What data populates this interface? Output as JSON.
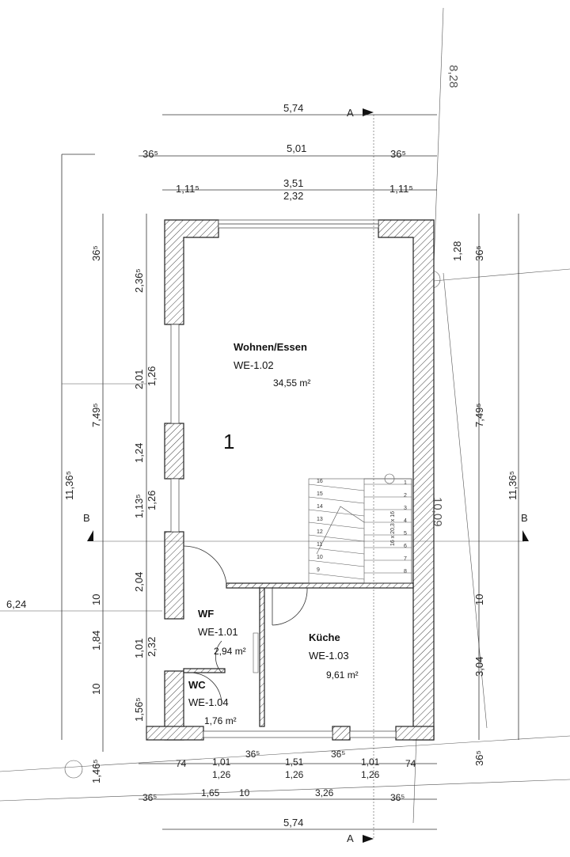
{
  "plan": {
    "level_number": "1",
    "section_marks": {
      "vertical": "A",
      "horizontal": "B"
    },
    "site_dims": {
      "top_diagonal": "8,28",
      "right_diagonal": "10,09",
      "left_side": "6,24"
    },
    "rooms": [
      {
        "name": "Wohnen/Essen",
        "id": "WE-1.02",
        "area": "34,55 m²"
      },
      {
        "name": "Küche",
        "id": "WE-1.03",
        "area": "9,61 m²"
      },
      {
        "name": "WF",
        "id": "WE-1.01",
        "area": "2,94 m²"
      },
      {
        "name": "WC",
        "id": "WE-1.04",
        "area": "1,76 m²"
      }
    ],
    "top_dims": {
      "row1": {
        "total": "5,74"
      },
      "row2": {
        "left": "36⁵",
        "mid": "5,01",
        "right": "36⁵"
      },
      "row3": {
        "left": "1,11⁵",
        "mid_a": "3,51",
        "mid_b": "2,32",
        "right": "1,11⁵"
      }
    },
    "bottom_dims": {
      "row1": [
        "74",
        "1,01",
        "36⁵",
        "1,51",
        "36⁵",
        "1,01",
        "74"
      ],
      "row2": [
        "1,26",
        "1,26",
        "1,26"
      ],
      "row3": [
        "36⁵",
        "1,65",
        "10",
        "3,26",
        "36⁵"
      ],
      "row4": {
        "total": "5,74"
      }
    },
    "left_dims": {
      "outer": [
        "11,36⁵"
      ],
      "mid": [
        "36⁵",
        "7,49⁵",
        "10",
        "1,84",
        "10",
        "1,46⁵"
      ],
      "inner": [
        "2,36⁵",
        "2,01",
        "1,26",
        "1,24",
        "1,13⁵",
        "1,26",
        "2,04",
        "1,01",
        "2,32",
        "1,56⁵"
      ]
    },
    "right_dims": {
      "inner": [
        "1,28",
        "36⁵",
        "7,49⁵",
        "10",
        "3,04",
        "36⁵"
      ],
      "outer": [
        "11,36⁵"
      ]
    },
    "stair_numbers": [
      "1",
      "2",
      "3",
      "4",
      "5",
      "6",
      "7",
      "8",
      "9",
      "10",
      "11",
      "12",
      "13",
      "14",
      "15",
      "16"
    ],
    "stair_label": "16 x 20,3 x 16"
  }
}
